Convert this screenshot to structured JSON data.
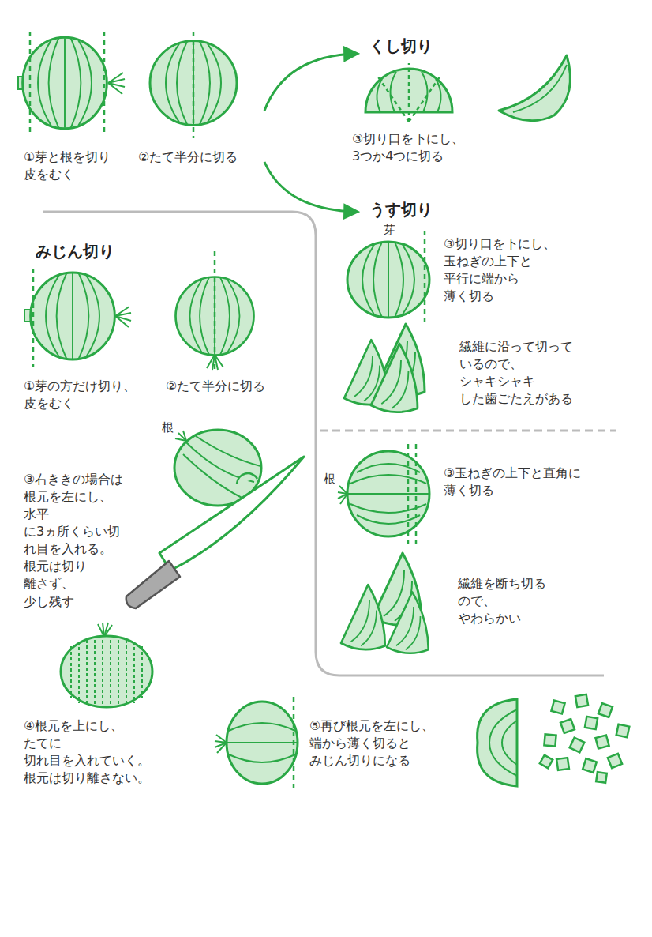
{
  "diagram": {
    "labels": [
      "①芽と根を切り 皮をむく",
      "②たて半分に切る",
      "くし切り",
      "③切り口を下にし、 3つか4つに切る",
      "うす切り",
      "芽",
      "③切り口を下にし、 玉ねぎの上下と 平行に端から 薄く切る",
      "繊維に沿って切って いるので、シャキシャキ した歯ごたえがある",
      "みじん切り",
      "①芽の方だけ切り、 皮をむく",
      "②たて半分に切る",
      "根",
      "③右ききの場合は 根元を左にし、水平 に3ヵ所くらい切 れ目を入れる。 根元は切り 離さず、 少し残す",
      "根",
      "③玉ねぎの上下と直角に 薄く切る",
      "繊維を断ち切る ので、やわらかい",
      "④根元を上にし、たてに 切れ目を入れていく。 根元は切り離さない。",
      "⑤再び根元を左にし、 端から薄く切ると みじん切りになる"
    ]
  }
}
